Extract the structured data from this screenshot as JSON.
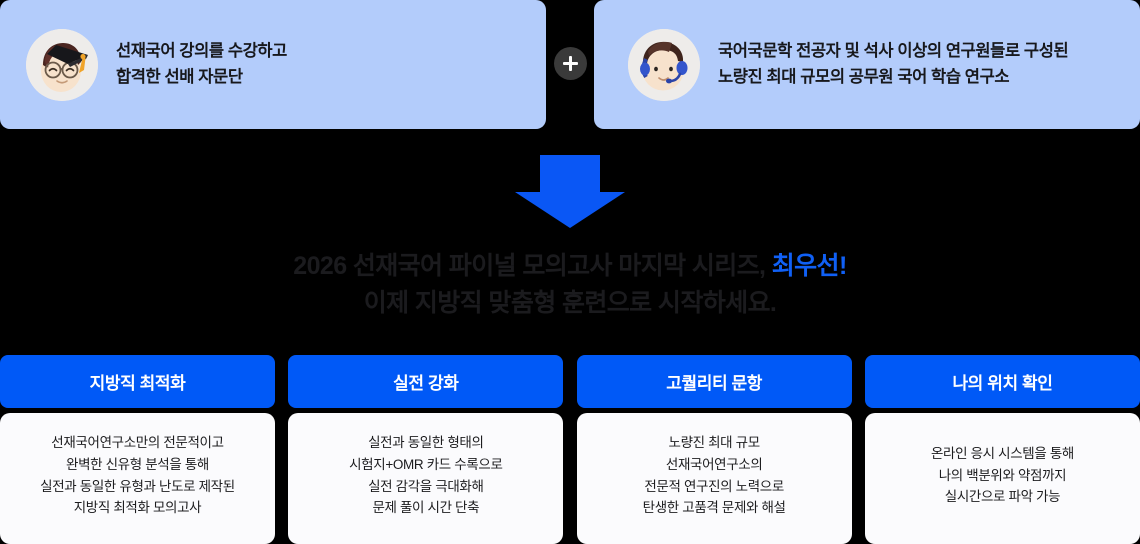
{
  "colors": {
    "background": "#000000",
    "intro_card_bg": "#b3ccfb",
    "accent_blue": "#0059f7",
    "headline_accent": "#1060f5",
    "arrow_blue": "#0a57f5",
    "feature_body_bg": "#fbfbfd",
    "plus_badge_bg": "#3a3a3a"
  },
  "intro": {
    "left_card": {
      "avatar_icon": "graduate-student-avatar",
      "lines": [
        "선재국어 강의를 수강하고",
        "합격한 선배 자문단"
      ]
    },
    "plus_symbol": "+",
    "right_card": {
      "avatar_icon": "headset-researcher-avatar",
      "lines": [
        "국어국문학 전공자 및 석사 이상의 연구원들로 구성된",
        "노량진 최대 규모의 공무원 국어 학습 연구소"
      ]
    }
  },
  "arrow": {
    "icon": "arrow-down-icon",
    "direction": "down"
  },
  "headline": {
    "line1_prefix": "2026 선재국어 파이널 모의고사 마지막 시리즈, ",
    "line1_accent": "최우선!",
    "line2": "이제 지방직 맞춤형 훈련으로 시작하세요."
  },
  "features": [
    {
      "title": "지방직 최적화",
      "lines": [
        "선재국어연구소만의 전문적이고",
        "완벽한 신유형 분석을 통해",
        "실전과 동일한 유형과 난도로 제작된",
        "지방직 최적화 모의고사"
      ]
    },
    {
      "title": "실전 강화",
      "lines": [
        "실전과 동일한 형태의",
        "시험지+OMR 카드 수록으로",
        "실전 감각을 극대화해",
        "문제 풀이 시간 단축"
      ]
    },
    {
      "title": "고퀄리티 문항",
      "lines": [
        "노량진 최대 규모",
        "선재국어연구소의",
        "전문적 연구진의 노력으로",
        "탄생한 고품격 문제와 해설"
      ]
    },
    {
      "title": "나의 위치 확인",
      "lines": [
        "온라인 응시 시스템을 통해",
        "나의 백분위와 약점까지",
        "실시간으로 파악 가능"
      ]
    }
  ]
}
